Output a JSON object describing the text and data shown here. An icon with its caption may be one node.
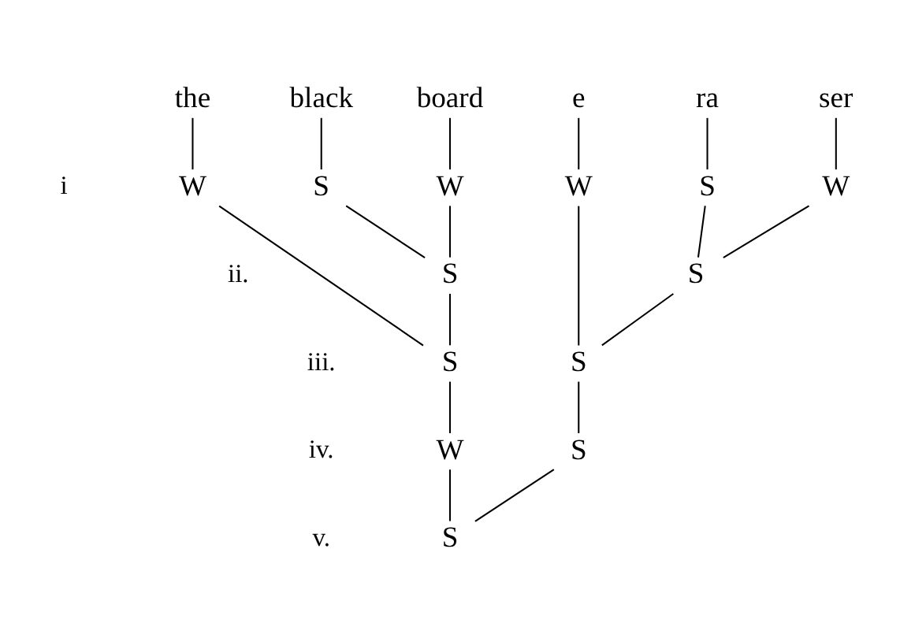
{
  "diagram": {
    "nodes": [
      {
        "text": [
          "the"
        ]
      },
      {
        "text": [
          "black"
        ]
      },
      {
        "text": [
          "board"
        ]
      },
      {
        "text": [
          "e"
        ]
      },
      {
        "text": [
          "ra"
        ]
      },
      {
        "text": [
          "ser"
        ]
      },
      {
        "text": [
          "W"
        ]
      },
      {
        "text": [
          "S"
        ]
      },
      {
        "text": [
          "W"
        ]
      },
      {
        "text": [
          "W"
        ]
      },
      {
        "text": [
          "S"
        ]
      },
      {
        "text": [
          "W"
        ]
      },
      {
        "text": [
          "S"
        ]
      },
      {
        "text": [
          "S"
        ]
      },
      {
        "text": [
          "S"
        ]
      },
      {
        "text": [
          "S"
        ]
      },
      {
        "text": [
          "W"
        ]
      },
      {
        "text": [
          "S"
        ]
      },
      {
        "text": [
          "S"
        ]
      }
    ],
    "edges": [
      {
        "from": 0,
        "to": 6,
        "arrow": "none"
      },
      {
        "from": 1,
        "to": 7,
        "arrow": "none"
      },
      {
        "from": 2,
        "to": 8,
        "arrow": "none"
      },
      {
        "from": 3,
        "to": 9,
        "arrow": "none"
      },
      {
        "from": 4,
        "to": 10,
        "arrow": "none"
      },
      {
        "from": 5,
        "to": 11,
        "arrow": "none"
      },
      {
        "from": 7,
        "to": 12,
        "arrow": "none"
      },
      {
        "from": 8,
        "to": 12,
        "arrow": "none"
      },
      {
        "from": 10,
        "to": 13,
        "arrow": "none"
      },
      {
        "from": 11,
        "to": 13,
        "arrow": "none"
      },
      {
        "from": 6,
        "to": 14,
        "arrow": "none"
      },
      {
        "from": 12,
        "to": 14,
        "arrow": "none"
      },
      {
        "from": 9,
        "to": 15,
        "arrow": "none"
      },
      {
        "from": 13,
        "to": 15,
        "arrow": "none"
      },
      {
        "from": 14,
        "to": 16,
        "arrow": "none"
      },
      {
        "from": 15,
        "to": 17,
        "arrow": "none"
      },
      {
        "from": 16,
        "to": 18,
        "arrow": "none"
      },
      {
        "from": 17,
        "to": 18,
        "arrow": "none"
      }
    ],
    "labels": [
      "i",
      "ii.",
      "iii.",
      "iv.",
      "v."
    ]
  }
}
